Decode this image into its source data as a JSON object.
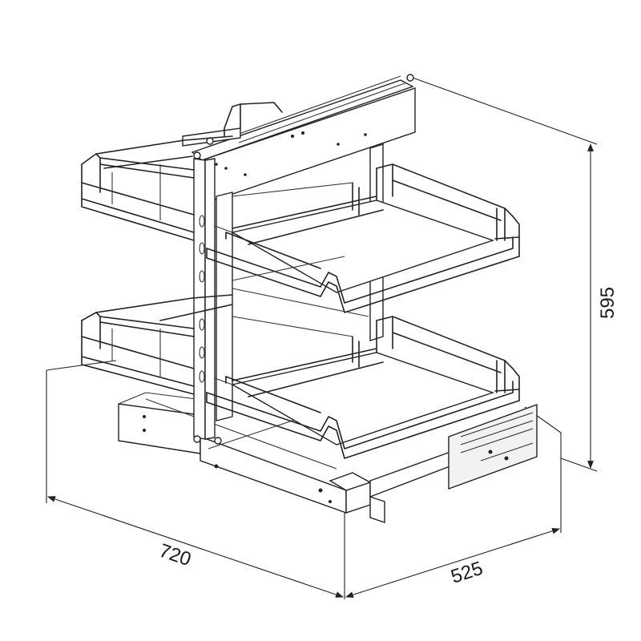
{
  "diagram": {
    "dimensions": {
      "height": "595",
      "width": "720",
      "depth": "525"
    },
    "colors": {
      "line": "#222222",
      "background": "#ffffff"
    }
  }
}
